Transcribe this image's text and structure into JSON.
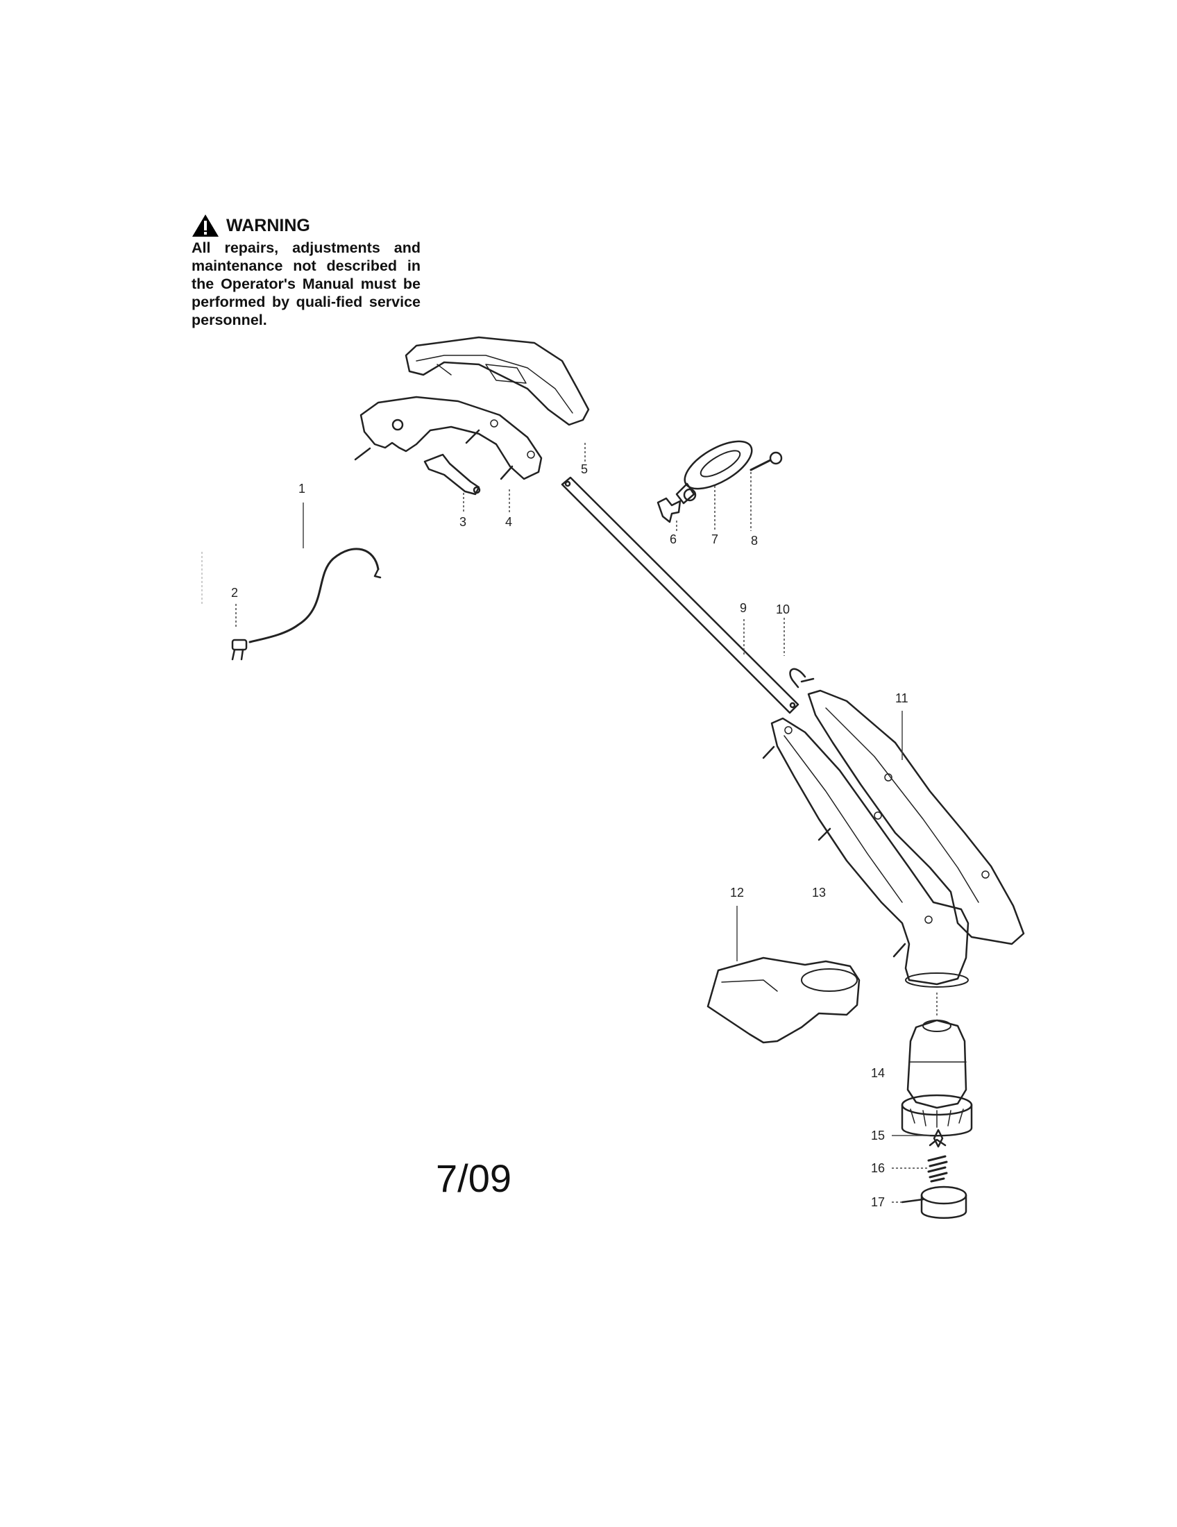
{
  "warning": {
    "title": "WARNING",
    "text": "All repairs, adjustments and maintenance not described in the Operator's Manual must be performed by quali-fied service personnel."
  },
  "date_code": "7/09",
  "parts": [
    {
      "id": "1",
      "label": "1"
    },
    {
      "id": "2",
      "label": "2"
    },
    {
      "id": "3",
      "label": "3"
    },
    {
      "id": "4",
      "label": "4"
    },
    {
      "id": "5",
      "label": "5"
    },
    {
      "id": "6",
      "label": "6"
    },
    {
      "id": "7",
      "label": "7"
    },
    {
      "id": "8",
      "label": "8"
    },
    {
      "id": "9",
      "label": "9"
    },
    {
      "id": "10",
      "label": "10"
    },
    {
      "id": "11",
      "label": "11"
    },
    {
      "id": "12",
      "label": "12"
    },
    {
      "id": "13",
      "label": "13"
    },
    {
      "id": "14",
      "label": "14"
    },
    {
      "id": "15",
      "label": "15"
    },
    {
      "id": "16",
      "label": "16"
    },
    {
      "id": "17",
      "label": "17"
    }
  ]
}
